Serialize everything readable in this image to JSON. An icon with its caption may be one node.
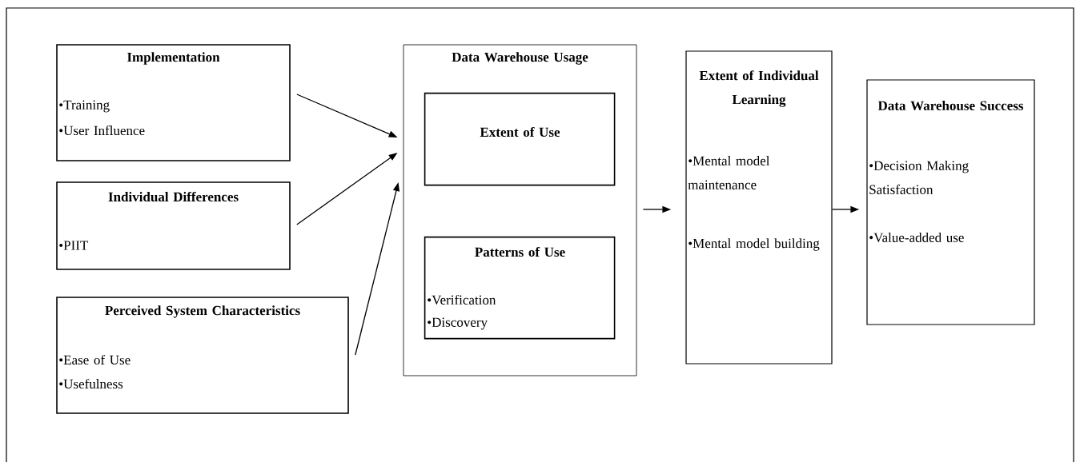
{
  "diagram": {
    "nodes": [
      {
        "text": [
          "Implementation",
          "•Training",
          "•User Influence"
        ]
      },
      {
        "text": [
          "Individual Differences",
          "•PIIT"
        ]
      },
      {
        "text": [
          "Perceived System Characteristics",
          "•Ease of Use",
          "•Usefulness"
        ]
      },
      {
        "text": [
          "Data Warehouse Usage"
        ]
      },
      {
        "text": [
          "Extent of Use"
        ],
        "in": 3
      },
      {
        "text": [
          "Patterns of Use",
          "•Verification",
          "•Discovery"
        ],
        "in": 3
      },
      {
        "text": [
          "Extent of Individual Learning",
          "•Mental model maintenance",
          "•Mental model building"
        ]
      },
      {
        "text": [
          "Data Warehouse Success",
          "•Decision Making Satisfaction",
          "•Value-added use"
        ]
      }
    ],
    "edges": [
      {
        "from": 0,
        "to": 3,
        "arrow": "to"
      },
      {
        "from": 1,
        "to": 3,
        "arrow": "to"
      },
      {
        "from": 2,
        "to": 3,
        "arrow": "to"
      },
      {
        "from": 3,
        "to": 6,
        "arrow": "to"
      },
      {
        "from": 6,
        "to": 7,
        "arrow": "to"
      }
    ]
  }
}
